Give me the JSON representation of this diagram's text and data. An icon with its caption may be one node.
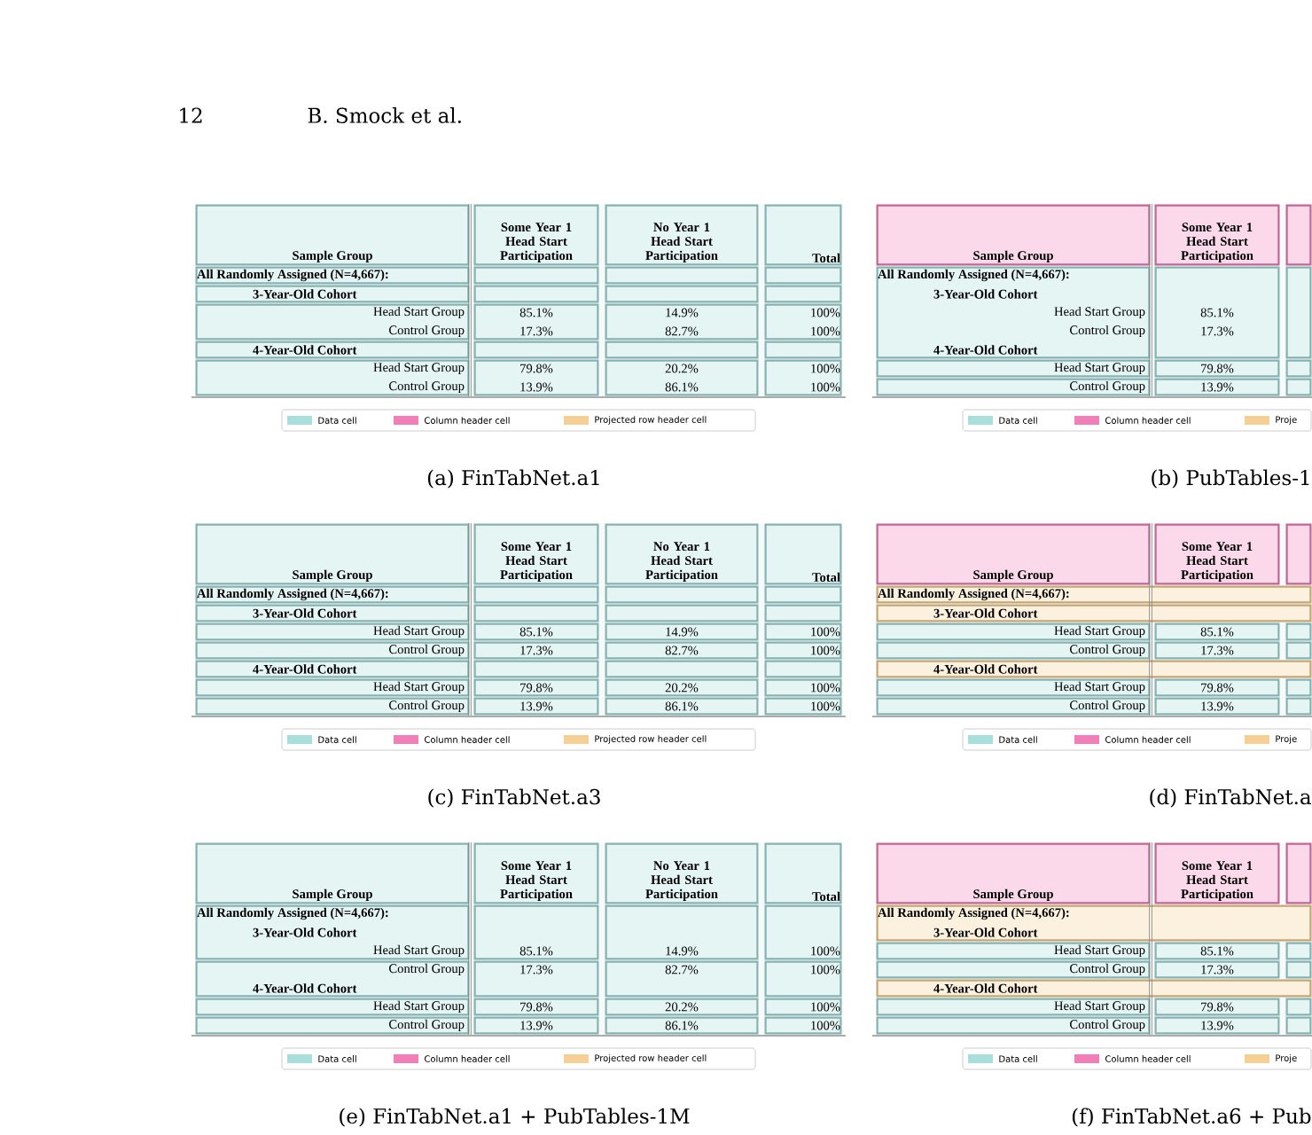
{
  "diagram": {
    "nodes": [
      {
        "text": [
          "Sample Group",
          "Some Year 1 Head Start Participation",
          "No Year 1 Head Start Participation",
          "Total",
          "All Randomly Assigned (N=4,667):",
          "3-Year-Old Cohort",
          "Head Start Group",
          "85.1%",
          "14.9%",
          "100%",
          "Control Group",
          "17.3%",
          "82.7%",
          "100%",
          "4-Year-Old Cohort",
          "Head Start Group",
          "79.8%",
          "20.2%",
          "100%",
          "Control Group",
          "13.9%",
          "86.1%",
          "100%"
        ]
      },
      {
        "text": [
          "Sample Group",
          "Some Year 1 Head Start Participation",
          "All Randomly Assigned (N=4,667):",
          "3-Year-Old Cohort",
          "Head Start Group",
          "85.1%",
          "Control Group",
          "17.3%",
          "4-Year-Old Cohort",
          "Head Start Group",
          "79.8%",
          "Control Group",
          "13.9%"
        ]
      },
      {
        "text": [
          "Sample Group",
          "Some Year 1 Head Start Participation",
          "No Year 1 Head Start Participation",
          "Total",
          "All Randomly Assigned (N=4,667):",
          "3-Year-Old Cohort",
          "Head Start Group",
          "85.1%",
          "14.9%",
          "100%",
          "Control Group",
          "17.3%",
          "82.7%",
          "100%",
          "4-Year-Old Cohort",
          "Head Start Group",
          "79.8%",
          "20.2%",
          "100%",
          "Control Group",
          "13.9%",
          "86.1%",
          "100%"
        ]
      },
      {
        "text": [
          "Sample Group",
          "Some Year 1 Head Start Participation",
          "All Randomly Assigned (N=4,667):",
          "3-Year-Old Cohort",
          "Head Start Group",
          "85.1%",
          "Control Group",
          "17.3%",
          "4-Year-Old Cohort",
          "Head Start Group",
          "79.8%",
          "Control Group",
          "13.9%"
        ]
      },
      {
        "text": [
          "Sample Group",
          "Some Year 1 Head Start Participation",
          "No Year 1 Head Start Participation",
          "Total",
          "All Randomly Assigned (N=4,667):",
          "3-Year-Old Cohort",
          "Head Start Group",
          "85.1%",
          "14.9%",
          "100%",
          "Control Group",
          "17.3%",
          "82.7%",
          "100%",
          "4-Year-Old Cohort",
          "Head Start Group",
          "79.8%",
          "20.2%",
          "100%",
          "Control Group",
          "13.9%",
          "86.1%",
          "100%"
        ]
      },
      {
        "text": [
          "Sample Group",
          "Some Year 1 Head Start Participation",
          "All Randomly Assigned (N=4,667):",
          "3-Year-Old Cohort",
          "Head Start Group",
          "85.1%",
          "Control Group",
          "17.3%",
          "4-Year-Old Cohort",
          "Head Start Group",
          "79.8%",
          "Control Group",
          "13.9%"
        ]
      }
    ],
    "labels": [
      "12",
      "B. Smock et al.",
      "(a) FinTabNet.a1",
      "(b) PubTables-1",
      "(c) FinTabNet.a3",
      "(d) FinTabNet.a",
      "(e) FinTabNet.a1 + PubTables-1M",
      "(f) FinTabNet.a6 + Pub"
    ],
    "legend": [
      {
        "text": "Data cell",
        "color": "#a8dedb"
      },
      {
        "text": "Column header cell",
        "color": "#f27fb8"
      },
      {
        "text": "Projected row header cell",
        "color": "#f6cf94"
      },
      {
        "text": "Data cell",
        "color": "#a8dedb"
      },
      {
        "text": "Column header cell",
        "color": "#f27fb8"
      },
      {
        "text": "Proje",
        "color": "#f6cf94"
      },
      {
        "text": "Data cell",
        "color": "#a8dedb"
      },
      {
        "text": "Column header cell",
        "color": "#f27fb8"
      },
      {
        "text": "Projected row header cell",
        "color": "#f6cf94"
      },
      {
        "text": "Data cell",
        "color": "#a8dedb"
      },
      {
        "text": "Column header cell",
        "color": "#f27fb8"
      },
      {
        "text": "Proje",
        "color": "#f6cf94"
      },
      {
        "text": "Data cell",
        "color": "#a8dedb"
      },
      {
        "text": "Column header cell",
        "color": "#f27fb8"
      },
      {
        "text": "Projected row header cell",
        "color": "#f6cf94"
      },
      {
        "text": "Data cell",
        "color": "#a8dedb"
      },
      {
        "text": "Column header cell",
        "color": "#f27fb8"
      },
      {
        "text": "Proje",
        "color": "#f6cf94"
      }
    ]
  }
}
